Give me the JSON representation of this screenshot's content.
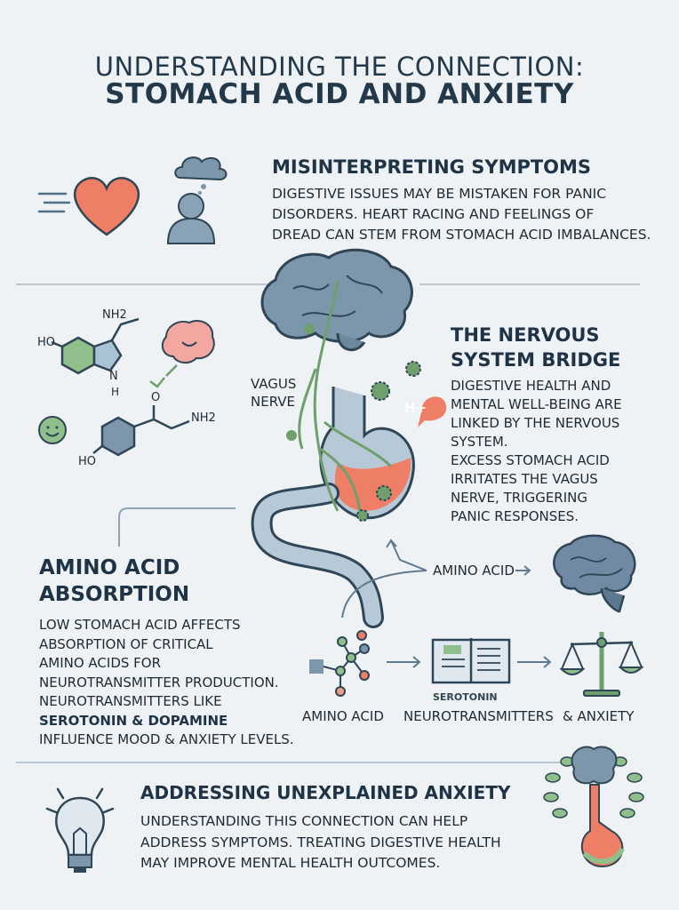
{
  "title": {
    "line1": "UNDERSTANDING THE CONNECTION:",
    "line2": "STOMACH ACID AND ANXIETY"
  },
  "sections": {
    "symptoms": {
      "heading": "MISINTERPRETING SYMPTOMS",
      "lines": [
        "DIGESTIVE ISSUES MAY BE MISTAKEN FOR PANIC",
        "DISORDERS. HEART RACING AND FEELINGS OF",
        "DREAD CAN STEM FROM STOMACH ACID IMBALANCES."
      ]
    },
    "nervous": {
      "heading1": "THE NERVOUS",
      "heading2": "SYSTEM BRIDGE",
      "lines": [
        "DIGESTIVE HEALTH AND",
        "MENTAL WELL-BEING ARE",
        "LINKED BY THE NERVOUS",
        "SYSTEM.",
        "EXCESS STOMACH ACID",
        "IRRITATES THE VAGUS",
        "NERVE, TRIGGERING",
        "PANIC RESPONSES."
      ]
    },
    "amino": {
      "heading1": "AMINO ACID",
      "heading2": "ABSORPTION",
      "lines": [
        "LOW STOMACH ACID AFFECTS",
        "ABSORPTION OF CRITICAL",
        "AMINO ACIDS FOR",
        "NEUROTRANSMITTER PRODUCTION.",
        "NEUROTRANSMITTERS LIKE"
      ],
      "bold_line": "SEROTONIN & DOPAMINE",
      "last_line": "INFLUENCE MOOD & ANXIETY LEVELS."
    },
    "addressing": {
      "heading": "ADDRESSING UNEXPLAINED ANXIETY",
      "lines": [
        "UNDERSTANDING THIS CONNECTION CAN HELP",
        "ADDRESS SYMPTOMS. TREATING DIGESTIVE HEALTH",
        "MAY IMPROVE MENTAL HEALTH OUTCOMES."
      ]
    }
  },
  "labels": {
    "vagus1": "VAGUS",
    "vagus2": "NERVE",
    "h_plus": "H+",
    "nh2_top": "NH2",
    "nh2_bottom": "NH2",
    "ho_top": "HO",
    "ho_bottom": "HO",
    "n_h": "N",
    "h": "H",
    "o": "O",
    "amino_acid_arrow": "AMINO ACID",
    "flow_amino": "AMINO ACID",
    "flow_serotonin": "SEROTONIN",
    "flow_neuro": "NEUROTRANSMITTERS",
    "flow_anxiety": "& ANXIETY"
  },
  "colors": {
    "navy": "#23394a",
    "coral": "#ef7a62",
    "green": "#6f9f6c",
    "slate": "#6e8aa3",
    "background": "#eef2f5"
  },
  "icons": [
    "heart-icon",
    "thought-person-icon",
    "brain-icon",
    "stomach-icon",
    "molecule-icon",
    "book-icon",
    "scale-icon",
    "lightbulb-icon",
    "brain-tree-stomach-icon"
  ]
}
